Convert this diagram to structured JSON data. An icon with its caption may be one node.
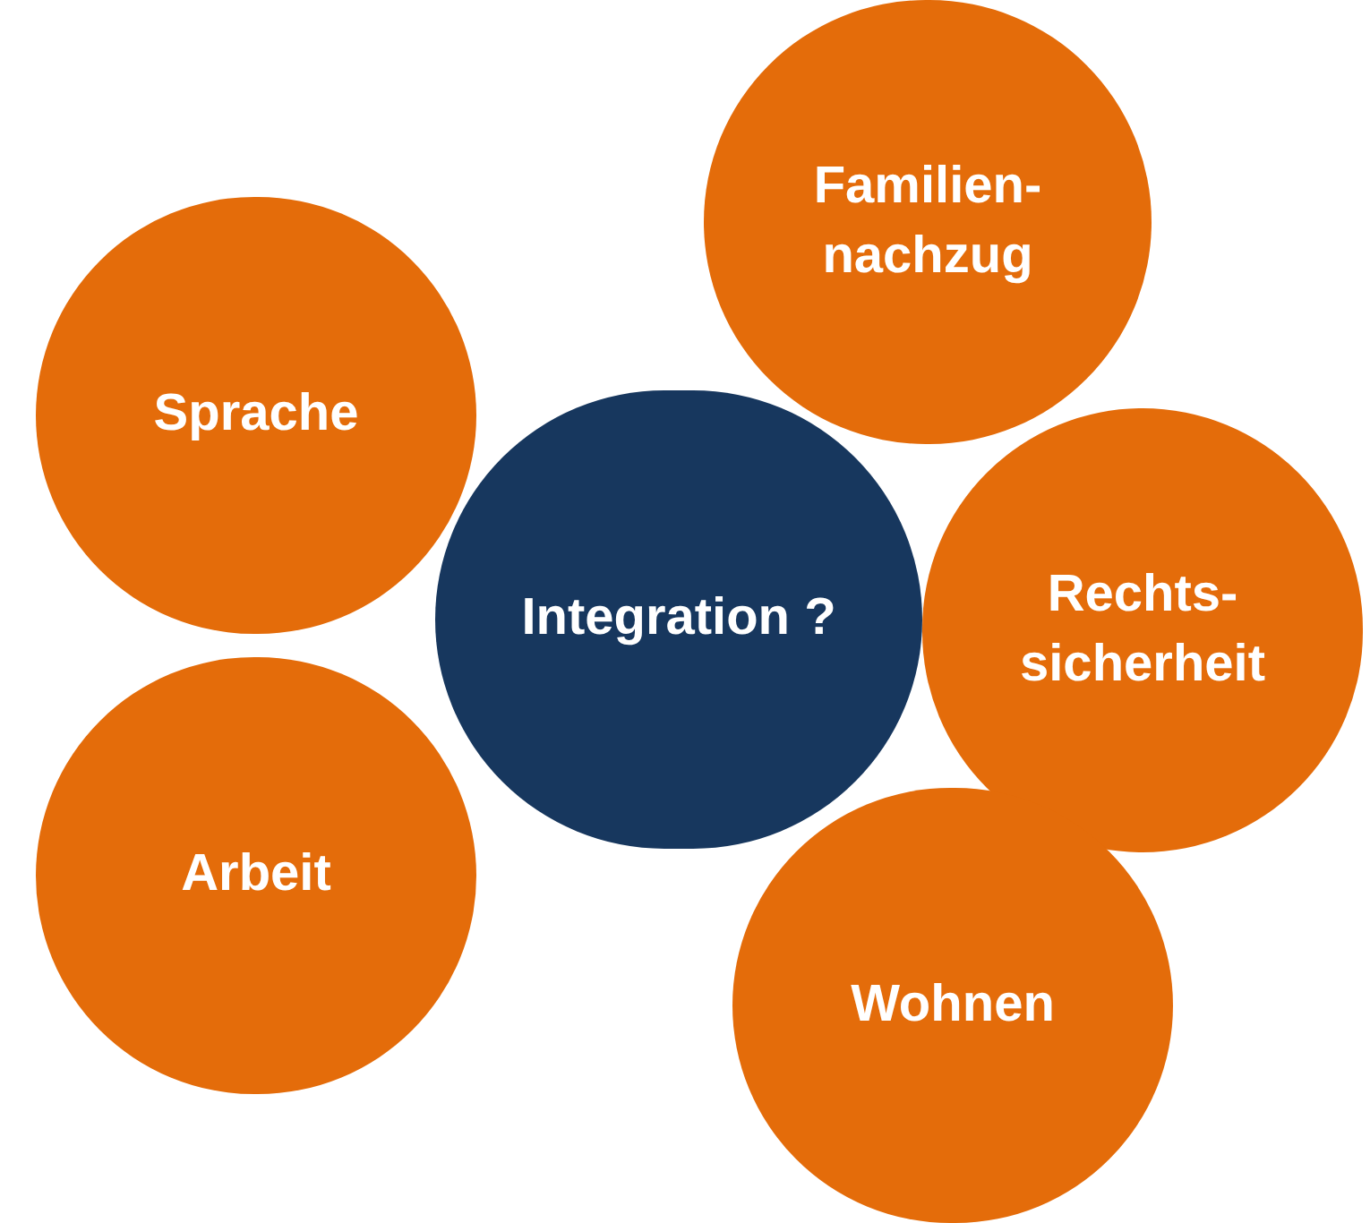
{
  "diagram": {
    "nodes": [
      {
        "text": [
          "Familien- nachzug"
        ]
      },
      {
        "text": [
          "Sprache"
        ]
      },
      {
        "text": [
          "Integration ?"
        ]
      },
      {
        "text": [
          "Rechts- sicherheit"
        ]
      },
      {
        "text": [
          "Arbeit"
        ]
      },
      {
        "text": [
          "Wohnen"
        ]
      }
    ]
  }
}
